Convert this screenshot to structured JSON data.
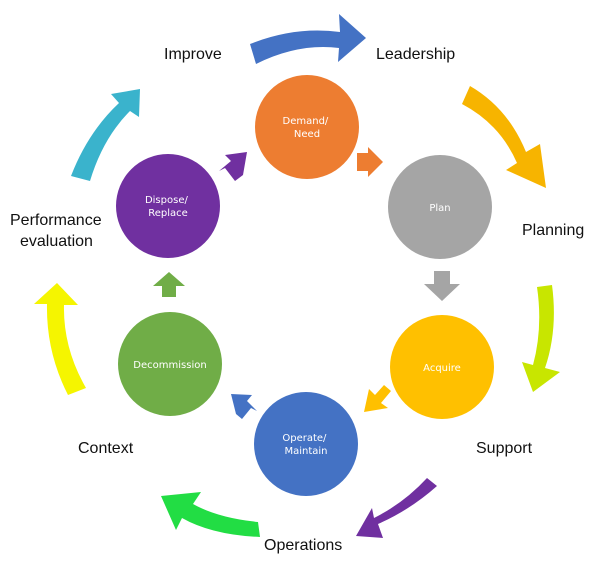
{
  "outer_cycle": [
    {
      "label_lines": [
        "Leadership"
      ],
      "arrow_color": "#f7b400"
    },
    {
      "label_lines": [
        "Planning"
      ],
      "arrow_color": "#c8e600"
    },
    {
      "label_lines": [
        "Support"
      ],
      "arrow_color": "#7030a0"
    },
    {
      "label_lines": [
        "Operations"
      ],
      "arrow_color": "#22dd44"
    },
    {
      "label_lines": [
        "Context"
      ],
      "arrow_color": "#f5f500"
    },
    {
      "label_lines": [
        "Performance",
        "evaluation"
      ],
      "arrow_color": "#3ab3cc"
    },
    {
      "label_lines": [
        "Improve"
      ],
      "arrow_color": "#4472c4"
    }
  ],
  "inner_cycle": [
    {
      "label_lines": [
        "Demand/",
        "Need"
      ],
      "color": "#ed7d31"
    },
    {
      "label_lines": [
        "Plan"
      ],
      "color": "#a5a5a5"
    },
    {
      "label_lines": [
        "Acquire"
      ],
      "color": "#ffc000"
    },
    {
      "label_lines": [
        "Operate/",
        "Maintain"
      ],
      "color": "#4472c4"
    },
    {
      "label_lines": [
        "Decommission"
      ],
      "color": "#70ad47"
    },
    {
      "label_lines": [
        "Dispose/",
        "Replace"
      ],
      "color": "#7030a0"
    }
  ]
}
